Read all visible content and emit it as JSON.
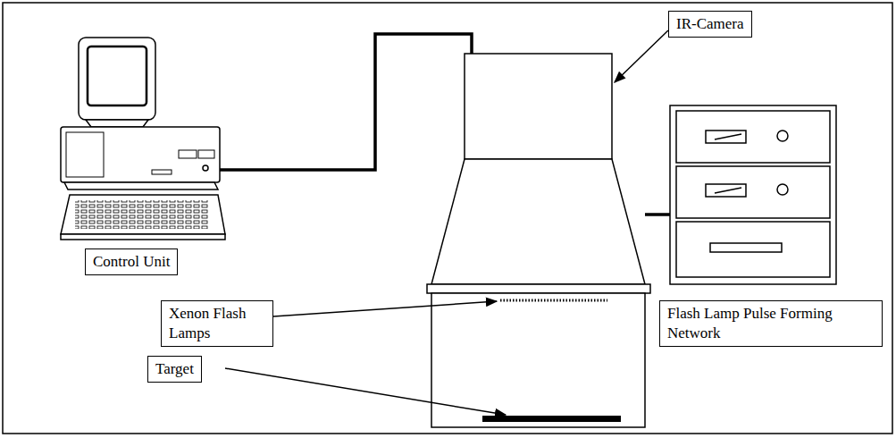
{
  "diagram": {
    "nodes": [
      {
        "text": [
          "IR-Camera"
        ]
      },
      {
        "text": [
          "Control Unit"
        ]
      },
      {
        "text": [
          "Xenon Flash Lamps"
        ]
      },
      {
        "text": [
          "Flash Lamp Pulse Forming Network"
        ]
      },
      {
        "text": [
          "Target"
        ]
      }
    ]
  }
}
